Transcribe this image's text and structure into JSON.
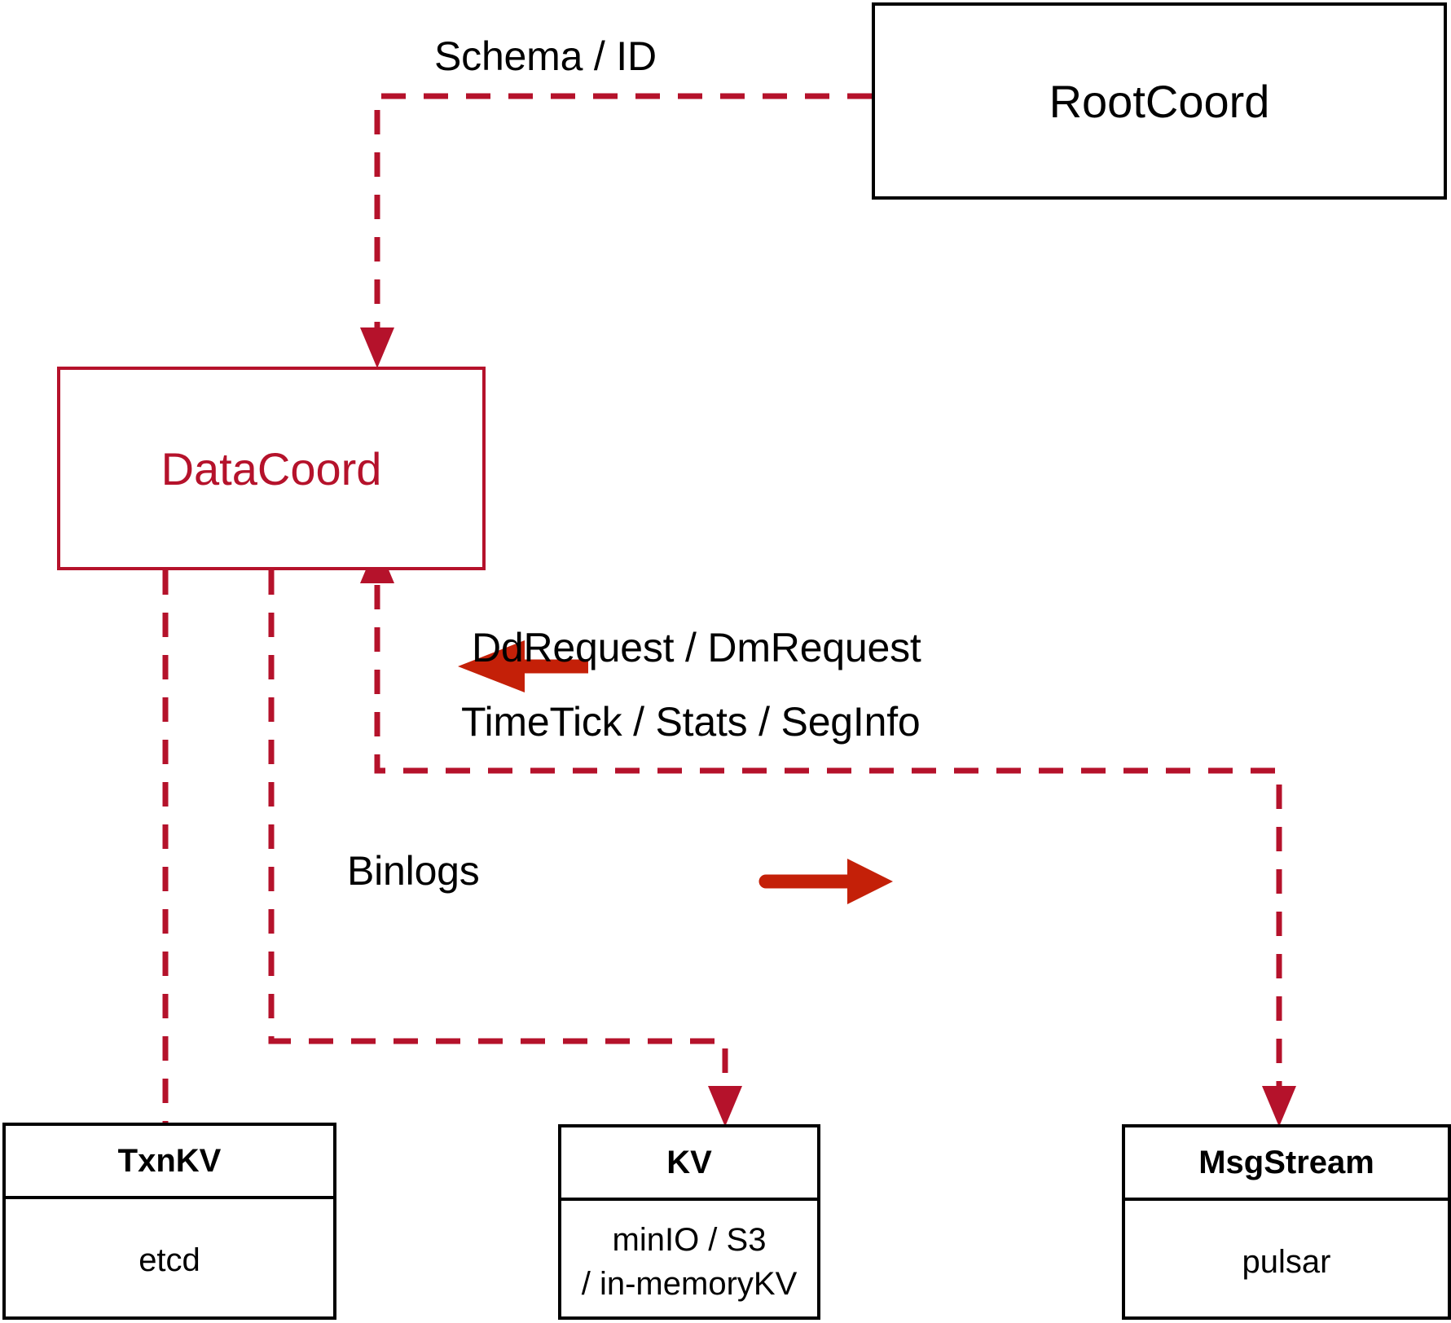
{
  "diagram": {
    "title": "DataCoord component interaction diagram",
    "colors": {
      "accent_red": "#B5122B",
      "arrow_red": "#C42008",
      "node_black": "#000000",
      "background": "#FFFFFF"
    }
  },
  "nodes": {
    "rootcoord": {
      "label": "RootCoord",
      "style": "black"
    },
    "datacoord": {
      "label": "DataCoord",
      "style": "red"
    },
    "txnkv": {
      "title": "TxnKV",
      "body_lines": [
        "etcd"
      ]
    },
    "kv": {
      "title": "KV",
      "body_lines": [
        "minIO / S3",
        "/ in-memoryKV"
      ]
    },
    "msgstream": {
      "title": "MsgStream",
      "body_lines": [
        "pulsar"
      ]
    }
  },
  "edges": {
    "schema_id": {
      "label": "Schema / ID",
      "from": "rootcoord",
      "to": "datacoord",
      "style": "dashed",
      "direction": "down"
    },
    "dd_dm_request": {
      "label": "DdRequest / DmRequest",
      "from": "msgstream",
      "to": "datacoord",
      "style": "solid-arrow",
      "direction": "left"
    },
    "timetick_stats_seginfo": {
      "label": "TimeTick / Stats / SegInfo",
      "from": "datacoord",
      "to": "msgstream",
      "style": "solid-arrow",
      "direction": "right"
    },
    "binlogs": {
      "label": "Binlogs",
      "from": "datacoord",
      "to": "kv",
      "style": "dashed",
      "direction": "down"
    },
    "txnkv_link": {
      "label": "",
      "from": "datacoord",
      "to": "txnkv",
      "style": "dashed",
      "direction": "down"
    }
  }
}
